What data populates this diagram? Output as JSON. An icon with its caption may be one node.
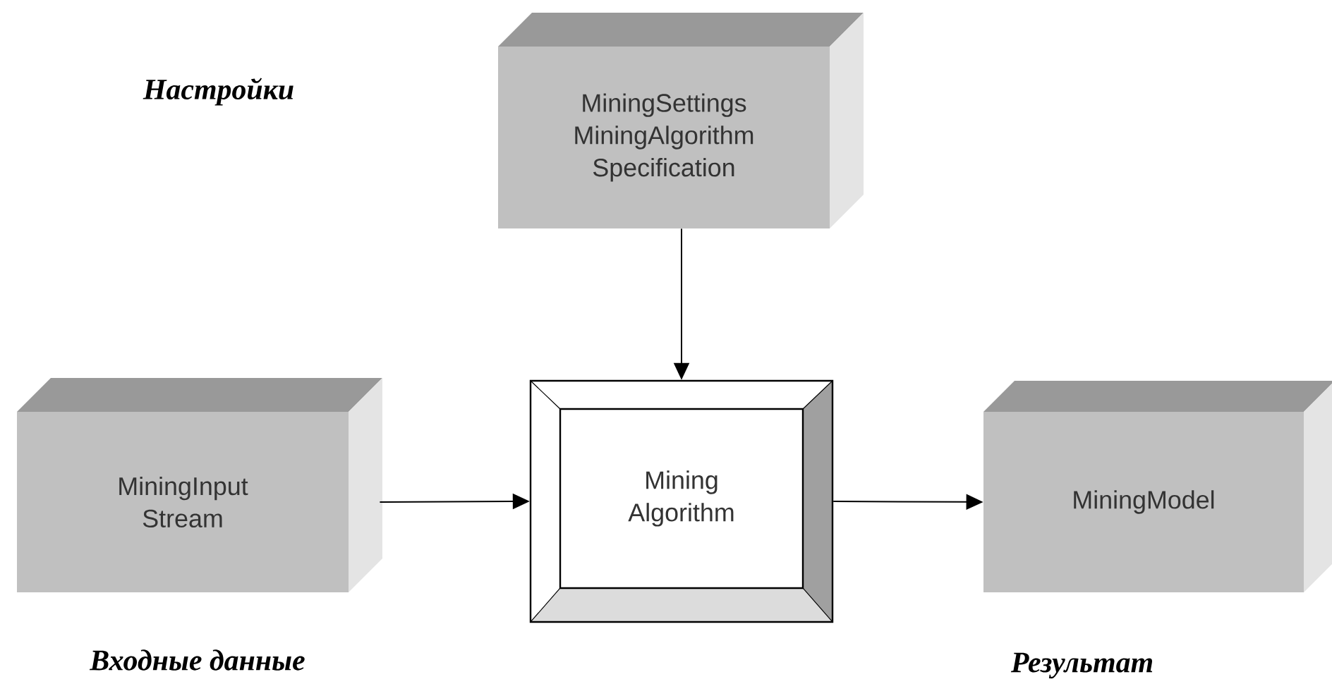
{
  "diagram": {
    "nodes": [
      {
        "text": [
          "MiningSettings MiningAlgorithm Specification"
        ]
      },
      {
        "text": [
          "MiningInput Stream"
        ]
      },
      {
        "text": [
          "Mining Algorithm"
        ]
      },
      {
        "text": [
          "MiningModel"
        ]
      }
    ],
    "edges": [
      {
        "from": 0,
        "to": 2,
        "arrow": "to"
      },
      {
        "from": 1,
        "to": 2,
        "arrow": "to"
      },
      {
        "from": 2,
        "to": 3,
        "arrow": "to"
      }
    ],
    "labels": [
      "Настройки",
      "Входные данные",
      "Результат"
    ]
  }
}
